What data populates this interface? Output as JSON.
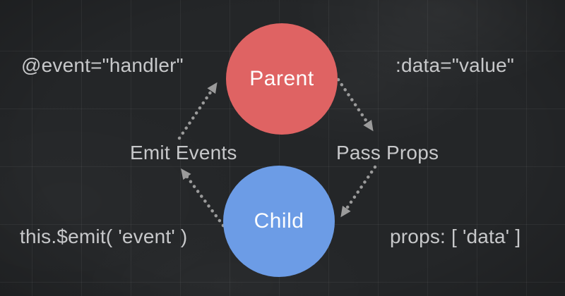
{
  "colors": {
    "background": "#242628",
    "grid_line": "rgba(255,255,255,0.05)",
    "parent_node": "#df6363",
    "child_node": "#6c9ce6",
    "node_text": "#fefefe",
    "label_text": "#c7c8ca",
    "arrow": "#9b9b9b"
  },
  "nodes": {
    "parent": {
      "label": "Parent"
    },
    "child": {
      "label": "Child"
    }
  },
  "flows": {
    "emit": {
      "label": "Emit Events",
      "direction": "child-to-parent"
    },
    "props": {
      "label": "Pass Props",
      "direction": "parent-to-child"
    }
  },
  "annotations": {
    "parent_left": "@event=\"handler\"",
    "parent_right": ":data=\"value\"",
    "child_left": "this.$emit( 'event' )",
    "child_right": "props: [ 'data' ]"
  }
}
